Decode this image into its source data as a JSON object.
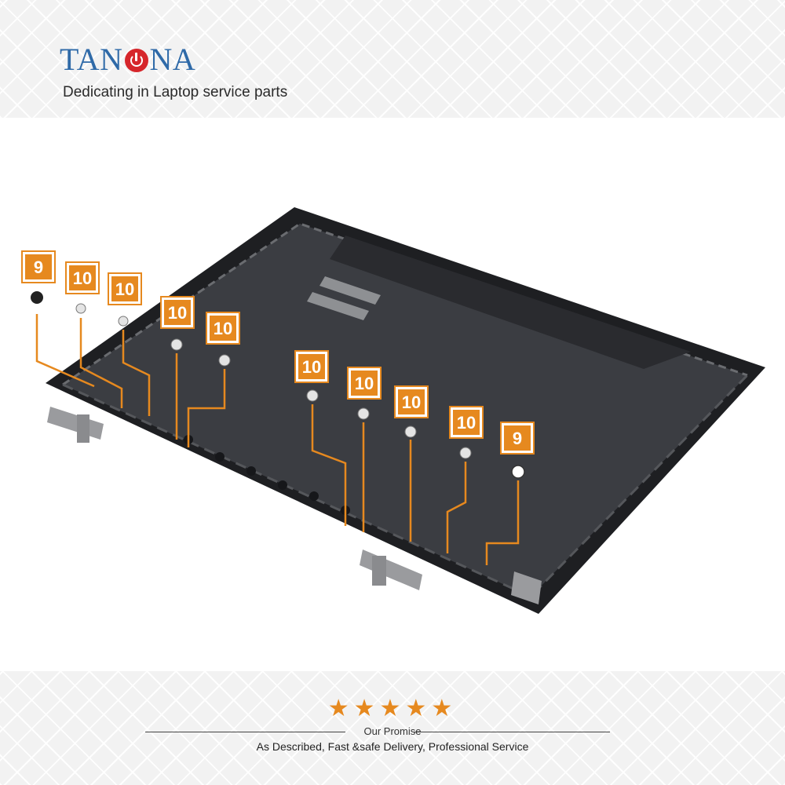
{
  "header": {
    "brand": {
      "prefix": "TAN",
      "suffix": "NA",
      "prefix_color": "#2f6aa8",
      "suffix_color": "#2f6aa8",
      "icon": "power-icon",
      "icon_color": "#d6262b"
    },
    "tagline": "Dedicating in Laptop service parts"
  },
  "diagram": {
    "subject": "laptop-lcd-back-cover",
    "callout_color": "#e6891f",
    "callouts": [
      "9",
      "10",
      "10",
      "10",
      "10",
      "10",
      "10",
      "10",
      "10",
      "9"
    ]
  },
  "footer": {
    "stars": "★★★★★",
    "star_color": "#e6891f",
    "promise_title": "Our Promise",
    "promise_text": "As Described, Fast &safe Delivery, Professional Service"
  }
}
